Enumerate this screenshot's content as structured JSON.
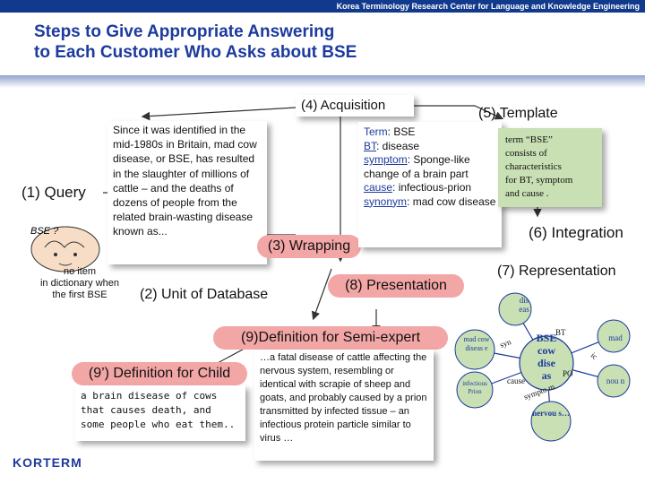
{
  "header": {
    "org": "Korea Terminology Research Center for Language and Knowledge Engineering"
  },
  "title": {
    "line1": "Steps to Give Appropriate Answering",
    "line2": "to Each Customer Who Asks about BSE"
  },
  "steps": {
    "acquisition": "(4) Acquisition",
    "template": "(5) Template",
    "query": "(1) Query",
    "integration": "(6) Integration",
    "wrapping": "(3) Wrapping",
    "representation": "(7) Representation",
    "presentation": "(8) Presentation",
    "database": "(2) Unit of Database",
    "semi_expert": "(9)Definition for Semi-expert",
    "child": "(9’) Definition for Child"
  },
  "description": "Since it was identified in the mid-1980s in Britain, mad cow disease, or BSE, has resulted in the slaughter of millions of cattle – and the deaths of dozens of people from the related brain-wasting disease known as...",
  "query_bubble": {
    "text": "BSE ?"
  },
  "no_item_note": [
    "no item",
    "in dictionary when",
    "the first BSE"
  ],
  "template_box": [
    "term “BSE”",
    "consists of",
    "characteristics",
    "for BT, symptom",
    "and cause ."
  ],
  "frame": {
    "term_label": "Term",
    "term_value": ": BSE",
    "bt_label": "BT",
    "bt_value": ": disease",
    "symptom_label": "symptom",
    "symptom_value": ": Sponge-like change of a brain part",
    "cause_label": "cause",
    "cause_value": ": infectious-prion",
    "synonym_label": "synonym",
    "synonym_value": ": mad cow disease"
  },
  "semi_expert_text": "…a fatal disease of cattle affecting the nervous system, resembling or identical with scrapie of sheep and goats, and probably caused by a prion transmitted by infected tissue – an infectious protein particle similar to virus …",
  "child_text": "a brain disease of cows that causes death, and some people who eat them..",
  "network": {
    "center": [
      "BSE",
      "cow",
      "dise",
      "as"
    ],
    "nodes": {
      "dis": "dis",
      "eas": "eas",
      "mad_cow": "mad cow diseas e",
      "infection": "infectious Prion",
      "mad_r": "mad",
      "nou": "nou n",
      "nerv": "nervou s…",
      "bt": "BT",
      "syn": "syn",
      "cause": "cause",
      "symp": "sympto m",
      "po": "PO",
      "ic": "ic"
    }
  },
  "logo": "KORTERM"
}
